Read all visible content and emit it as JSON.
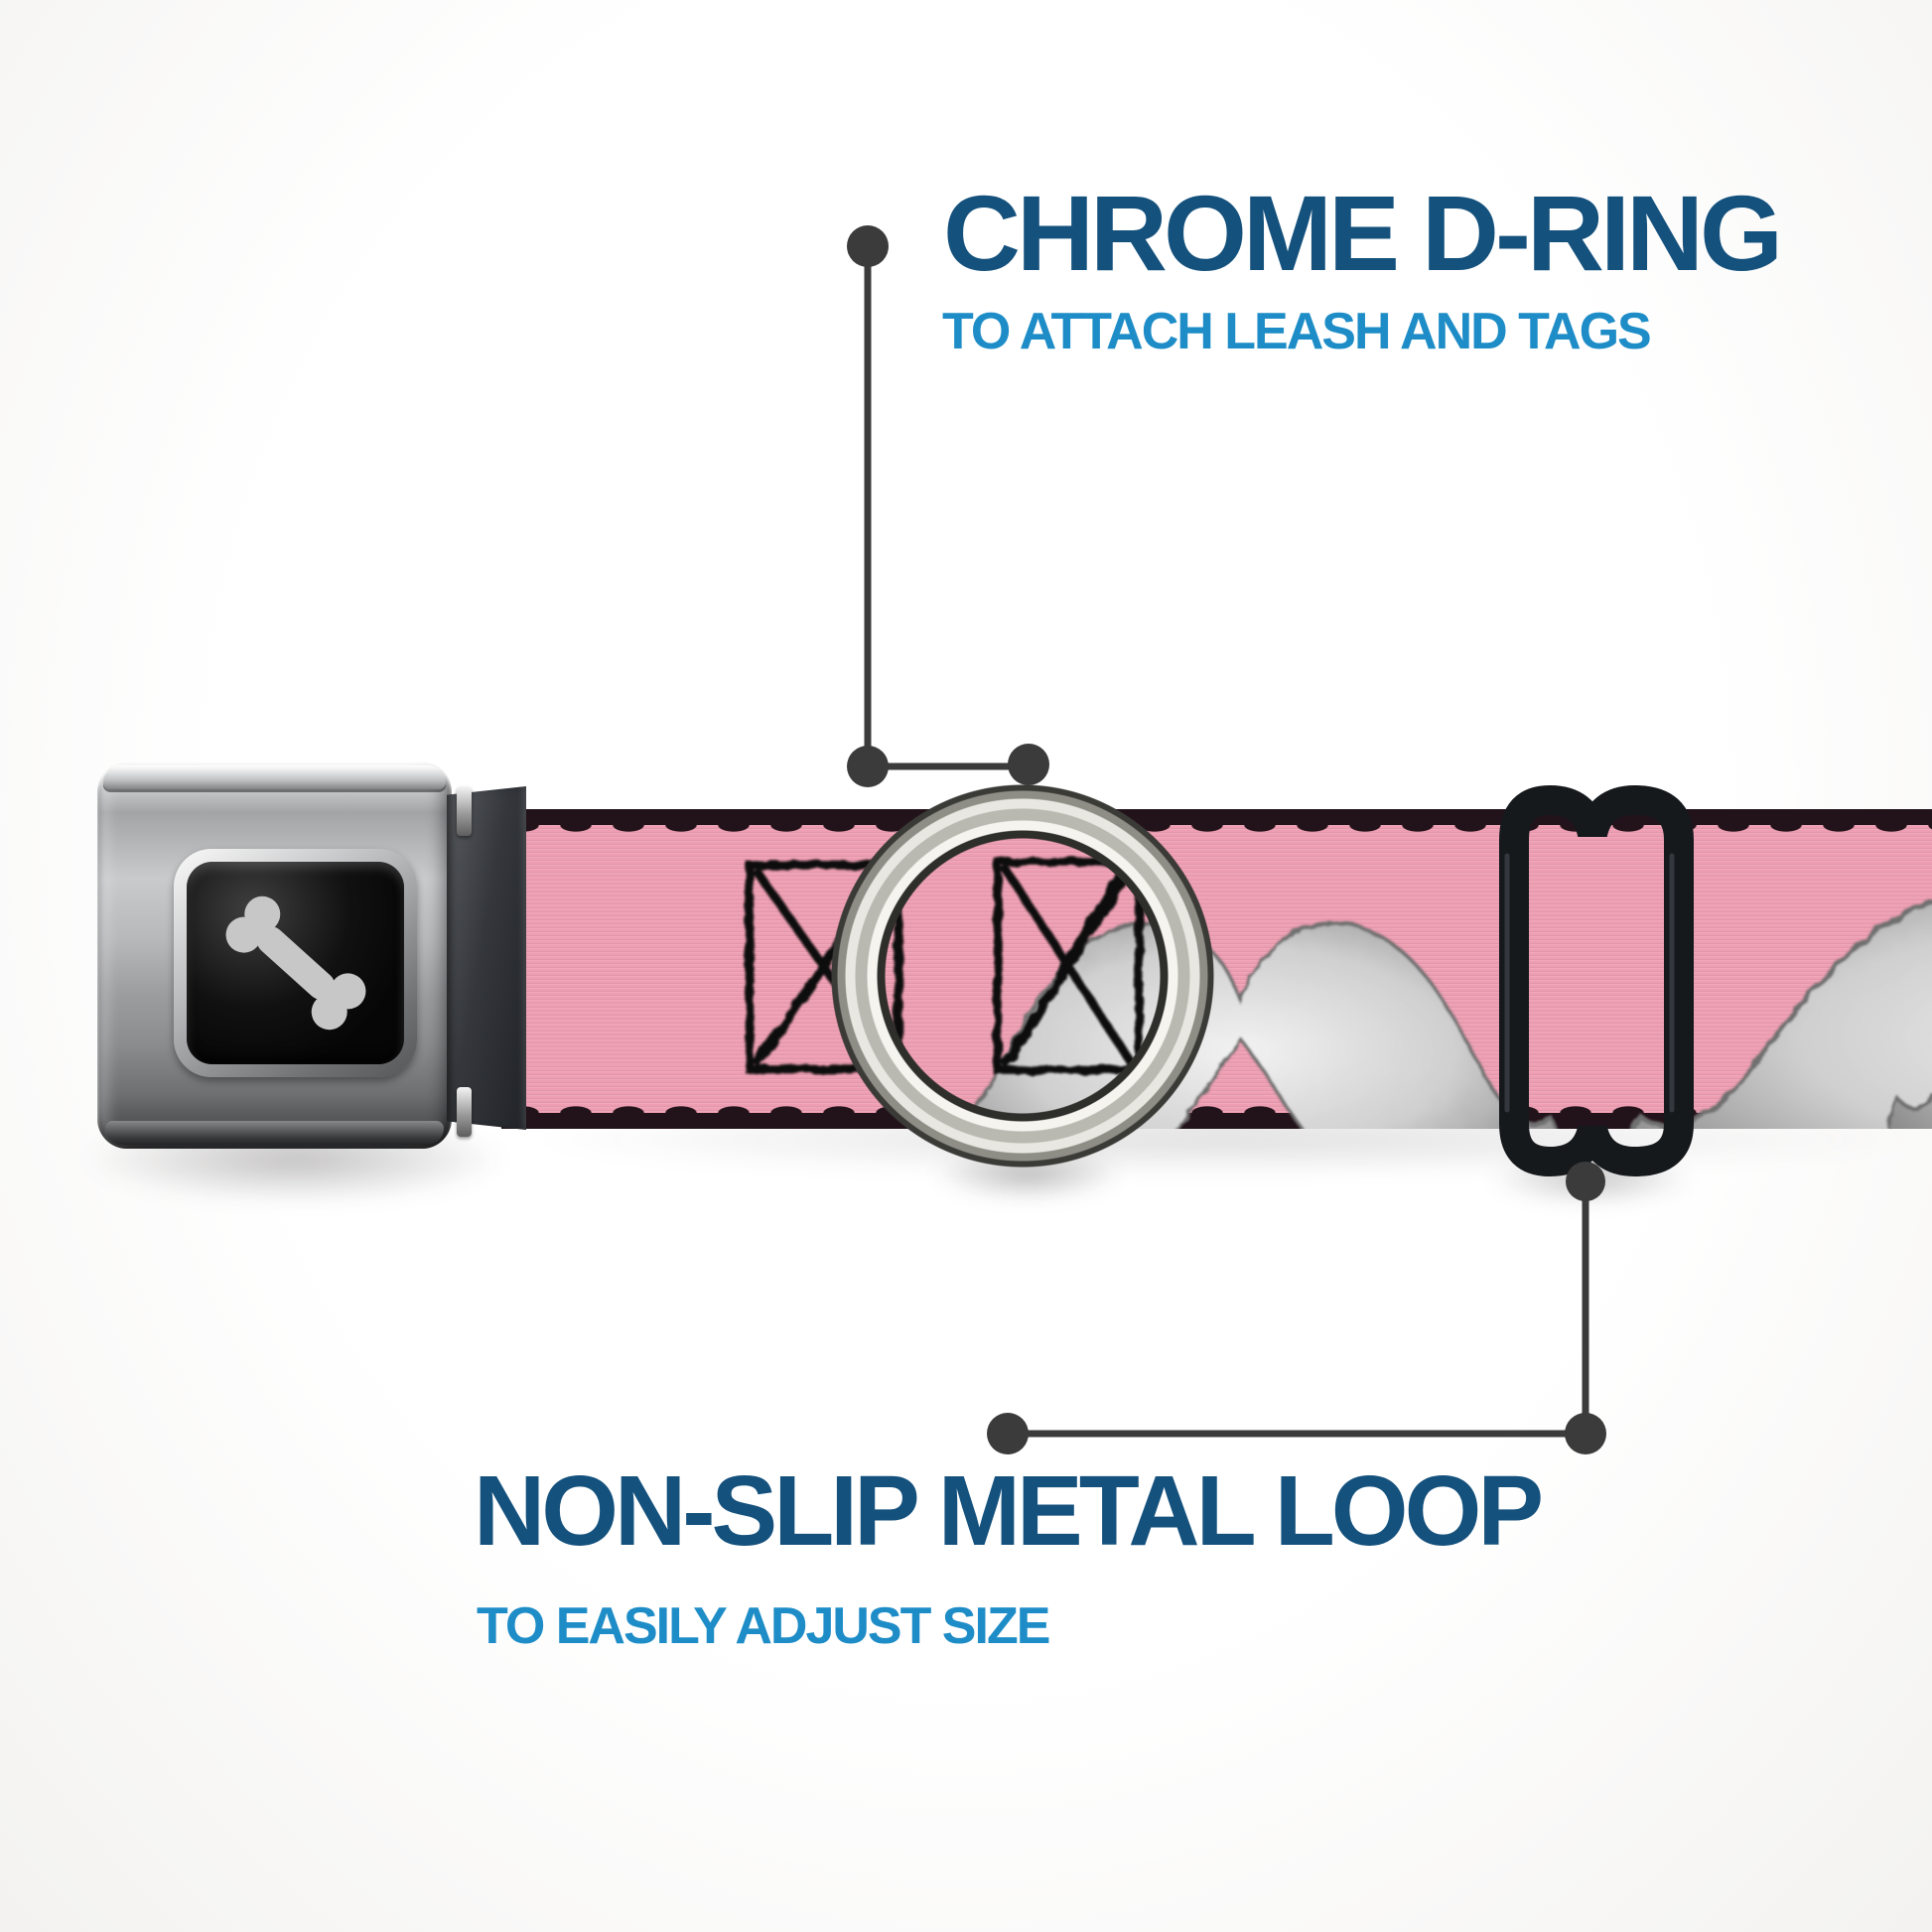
{
  "callouts": {
    "top": {
      "title": "CHROME D-RING",
      "subtitle": "TO ATTACH LEASH AND TAGS"
    },
    "bottom": {
      "title": "NON-SLIP METAL LOOP",
      "subtitle": "TO EASILY ADJUST SIZE"
    }
  },
  "product": {
    "buckle_logo_icon": "dog-bone-icon",
    "ring_part": "chrome-d-ring",
    "slider_part": "non-slip-metal-loop",
    "buckle_part": "seatbelt-buckle",
    "strap_pattern": "gray-mustaches-and-stitch-boxes-on-pink"
  },
  "colors": {
    "title_blue": "#14517d",
    "sub_blue": "#1e8dc7",
    "line_gray": "#3b3b3b",
    "strap_pink": "#ee9eb2",
    "strap_edge": "#221219",
    "slider_black": "#16191c",
    "bone_gray": "#c7c7c7",
    "window_black": "#060606",
    "mustache_light": "#efefef",
    "mustache_shade": "#8a8a8a",
    "mustache_dark": "#453a34",
    "ring_silver": "#e8e7e1"
  }
}
